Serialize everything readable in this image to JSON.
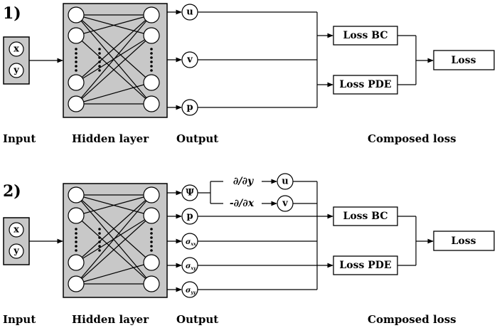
{
  "panels": [
    {
      "number": "1)",
      "inputs": [
        "x",
        "y"
      ],
      "outputs": [
        "u",
        "v",
        "p"
      ],
      "losses": [
        "Loss BC",
        "Loss PDE"
      ],
      "total_loss": "Loss",
      "captions": {
        "input": "Input",
        "hidden": "Hidden layer",
        "output": "Output",
        "composed": "Composed loss"
      }
    },
    {
      "number": "2)",
      "inputs": [
        "x",
        "y"
      ],
      "outputs": {
        "psi": "Ψ",
        "p": "p",
        "sigma_symbol": "σ",
        "sigma_xx_sub": "xx",
        "sigma_xy_sub": "xy",
        "sigma_yy_sub": "yy"
      },
      "derivatives": [
        {
          "operator": "∂/∂y",
          "result": "u"
        },
        {
          "operator": "-∂/∂x",
          "result": "v"
        }
      ],
      "losses": [
        "Loss BC",
        "Loss PDE"
      ],
      "total_loss": "Loss",
      "captions": {
        "input": "Input",
        "hidden": "Hidden layer",
        "output": "Output",
        "composed": "Composed loss"
      }
    }
  ]
}
